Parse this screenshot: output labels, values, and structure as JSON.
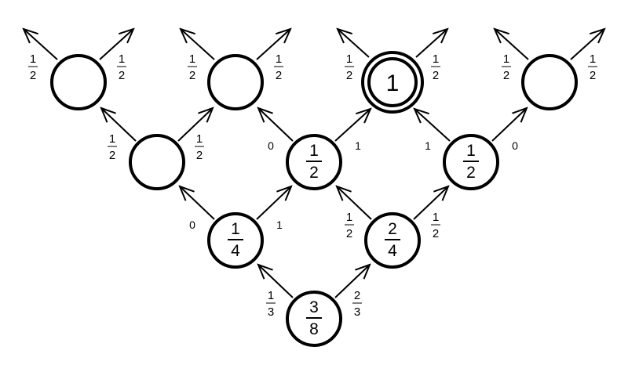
{
  "nodes": [
    {
      "id": "n1",
      "num": "",
      "den": "",
      "single": ""
    },
    {
      "id": "n2",
      "num": "",
      "den": "",
      "single": ""
    },
    {
      "id": "n3",
      "num": "",
      "den": "",
      "single": "1"
    },
    {
      "id": "n4",
      "num": "",
      "den": "",
      "single": ""
    },
    {
      "id": "n5",
      "num": "",
      "den": "",
      "single": ""
    },
    {
      "id": "n6",
      "num": "1",
      "den": "2",
      "single": ""
    },
    {
      "id": "n7",
      "num": "1",
      "den": "2",
      "single": ""
    },
    {
      "id": "n8",
      "num": "1",
      "den": "4",
      "single": ""
    },
    {
      "id": "n9",
      "num": "2",
      "den": "4",
      "single": ""
    },
    {
      "id": "n10",
      "num": "3",
      "den": "8",
      "single": ""
    }
  ],
  "edge_labels": [
    {
      "id": "n1-left",
      "num": "1",
      "den": "2",
      "single": ""
    },
    {
      "id": "n1-right",
      "num": "1",
      "den": "2",
      "single": ""
    },
    {
      "id": "n2-left",
      "num": "1",
      "den": "2",
      "single": ""
    },
    {
      "id": "n2-right",
      "num": "1",
      "den": "2",
      "single": ""
    },
    {
      "id": "n3-left",
      "num": "1",
      "den": "2",
      "single": ""
    },
    {
      "id": "n3-right",
      "num": "1",
      "den": "2",
      "single": ""
    },
    {
      "id": "n4-left",
      "num": "1",
      "den": "2",
      "single": ""
    },
    {
      "id": "n4-right",
      "num": "1",
      "den": "2",
      "single": ""
    },
    {
      "id": "n5-left",
      "num": "1",
      "den": "2",
      "single": ""
    },
    {
      "id": "n5-right",
      "num": "1",
      "den": "2",
      "single": ""
    },
    {
      "id": "n6-left",
      "num": "",
      "den": "",
      "single": "0"
    },
    {
      "id": "n6-right",
      "num": "",
      "den": "",
      "single": "1"
    },
    {
      "id": "n7-left",
      "num": "",
      "den": "",
      "single": "1"
    },
    {
      "id": "n7-right",
      "num": "",
      "den": "",
      "single": "0"
    },
    {
      "id": "n8-left",
      "num": "",
      "den": "",
      "single": "0"
    },
    {
      "id": "n8-right",
      "num": "",
      "den": "",
      "single": "1"
    },
    {
      "id": "n9-left",
      "num": "1",
      "den": "2",
      "single": ""
    },
    {
      "id": "n9-right",
      "num": "1",
      "den": "2",
      "single": ""
    },
    {
      "id": "n10-left",
      "num": "1",
      "den": "3",
      "single": ""
    },
    {
      "id": "n10-right",
      "num": "2",
      "den": "3",
      "single": ""
    }
  ]
}
